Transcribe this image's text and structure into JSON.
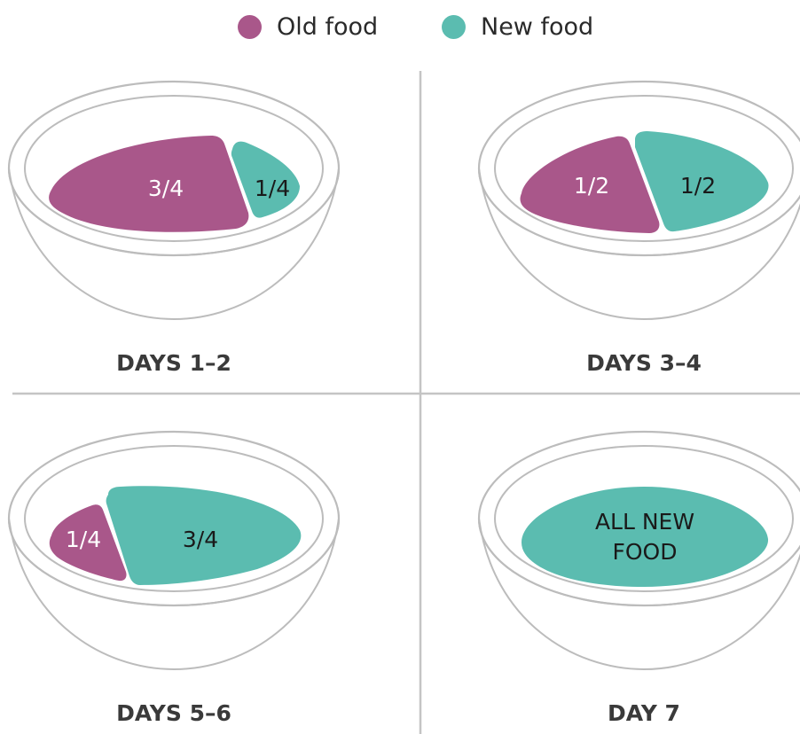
{
  "legend": {
    "old_label": "Old food",
    "new_label": "New food"
  },
  "colors": {
    "old_food": "#a9578a",
    "new_food": "#5bbcb0",
    "bowl_outline": "#bcbcbc",
    "divider": "#c4c4c4",
    "label_text": "#3a3a3a"
  },
  "panels": [
    {
      "day_label": "DAYS 1–2",
      "old_fraction_text": "3/4",
      "new_fraction_text": "1/4",
      "old_share": 0.75,
      "new_share": 0.25
    },
    {
      "day_label": "DAYS 3–4",
      "old_fraction_text": "1/2",
      "new_fraction_text": "1/2",
      "old_share": 0.5,
      "new_share": 0.5
    },
    {
      "day_label": "DAYS 5–6",
      "old_fraction_text": "1/4",
      "new_fraction_text": "3/4",
      "old_share": 0.25,
      "new_share": 0.75
    },
    {
      "day_label": "DAY 7",
      "all_new_line1": "ALL NEW",
      "all_new_line2": "FOOD",
      "old_share": 0,
      "new_share": 1
    }
  ]
}
